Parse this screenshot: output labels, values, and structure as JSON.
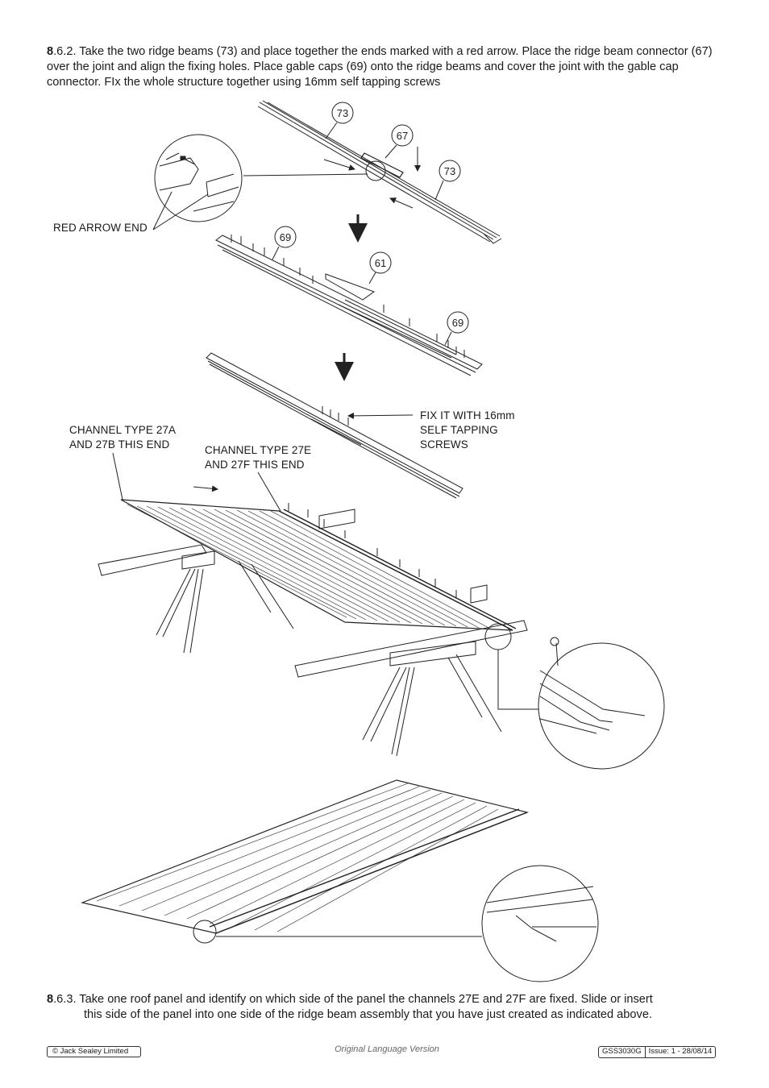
{
  "step1": {
    "number": "8",
    "rest": ".6.2. Take the two ridge beams (73) and place together the ends marked with a red arrow. Place the ridge beam connector (67) over the joint and align the fixing holes. Place gable caps (69) onto the ridge beams and cover the joint with the gable cap connector. FIx the whole structure together using 16mm self tapping screws"
  },
  "callouts": {
    "c73a": "73",
    "c67": "67",
    "c73b": "73",
    "c69a": "69",
    "c61": "61",
    "c69b": "69"
  },
  "labels": {
    "red_arrow_end": "RED ARROW END",
    "fix_line1": "FIX IT WITH 16mm",
    "fix_line2": "SELF TAPPING",
    "fix_line3": "SCREWS",
    "channel_a_line1": "CHANNEL TYPE 27A",
    "channel_a_line2": "AND 27B THIS END",
    "channel_e_line1": "CHANNEL TYPE 27E",
    "channel_e_line2": "AND 27F THIS END"
  },
  "step2": {
    "number": "8",
    "lead": ".6.3. Take one roof panel and identify on which side of the panel the channels 27E and 27F are fixed. Slide or insert",
    "cont": "this side of the panel into one side of the ridge beam assembly that you have just created as indicated above."
  },
  "footer": {
    "copyright": "© Jack Sealey Limited",
    "center": "Original Language Version",
    "model": "GSS3030G",
    "issue": "Issue: 1 - 28/08/14"
  }
}
